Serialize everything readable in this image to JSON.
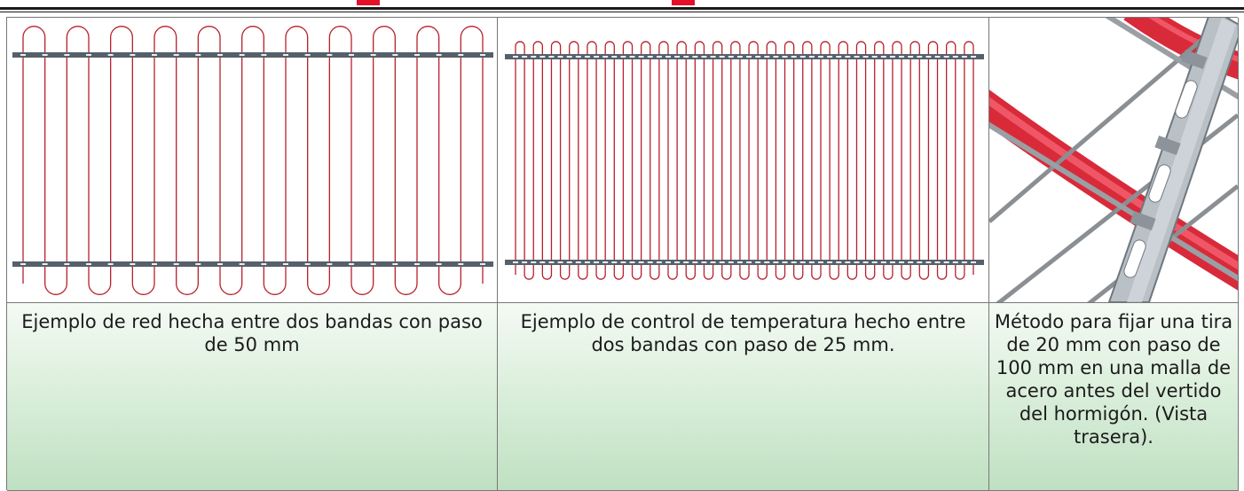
{
  "captions": {
    "left": "Ejemplo de red hecha entre dos bandas con paso de 50 mm",
    "middle": "Ejemplo de control de temperatura hecho entre dos bandas con paso de 25 mm.",
    "right": "Método para fijar una tira de 20 mm con paso de 100 mm en una malla de acero antes del vertido del hormigón. (Vista trasera)."
  },
  "figures": {
    "left": {
      "loop_count": 11,
      "pitch_mm": 50
    },
    "middle": {
      "loop_count": 26,
      "pitch_mm": 25
    },
    "right": {
      "icon": "steel-strip-on-mesh-photo"
    }
  },
  "colors": {
    "cable": "#b8202c",
    "strip": "#55606a",
    "accent_red": "#e4102a",
    "caption_bg_top": "#f4faf4",
    "caption_bg_bottom": "#bfe0c2"
  }
}
